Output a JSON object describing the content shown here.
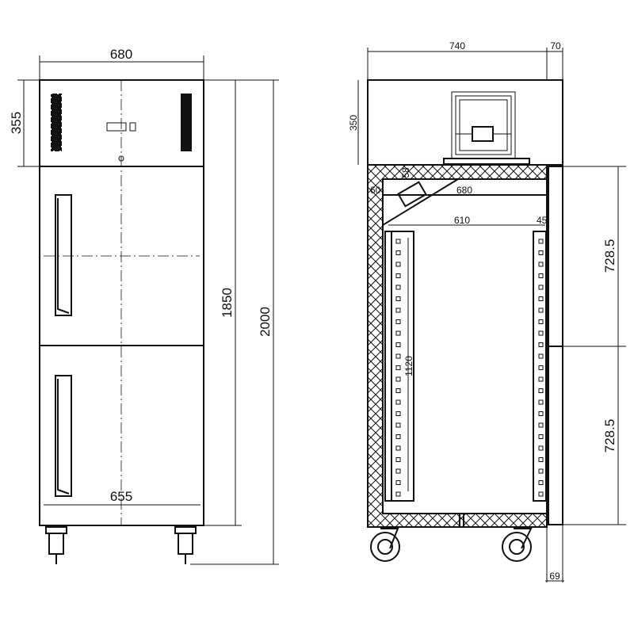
{
  "front_view": {
    "width_label": "680",
    "top_panel_height_label": "355",
    "body_height_label": "1850",
    "total_height_label": "2000",
    "inner_width_label": "655"
  },
  "side_view": {
    "depth_label": "740",
    "door_depth_label": "70",
    "top_unit_height_label": "350",
    "insulation_top_label": "58",
    "insulation_side_label": "60",
    "inner_depth_label": "680",
    "rack_depth_label": "610",
    "rack_gap_label": "45",
    "rack_height_label": "1120",
    "upper_door_label": "728.5",
    "lower_door_label": "728.5",
    "wheel_offset_label": "69"
  },
  "colors": {
    "line": "#111111",
    "background": "#ffffff"
  }
}
